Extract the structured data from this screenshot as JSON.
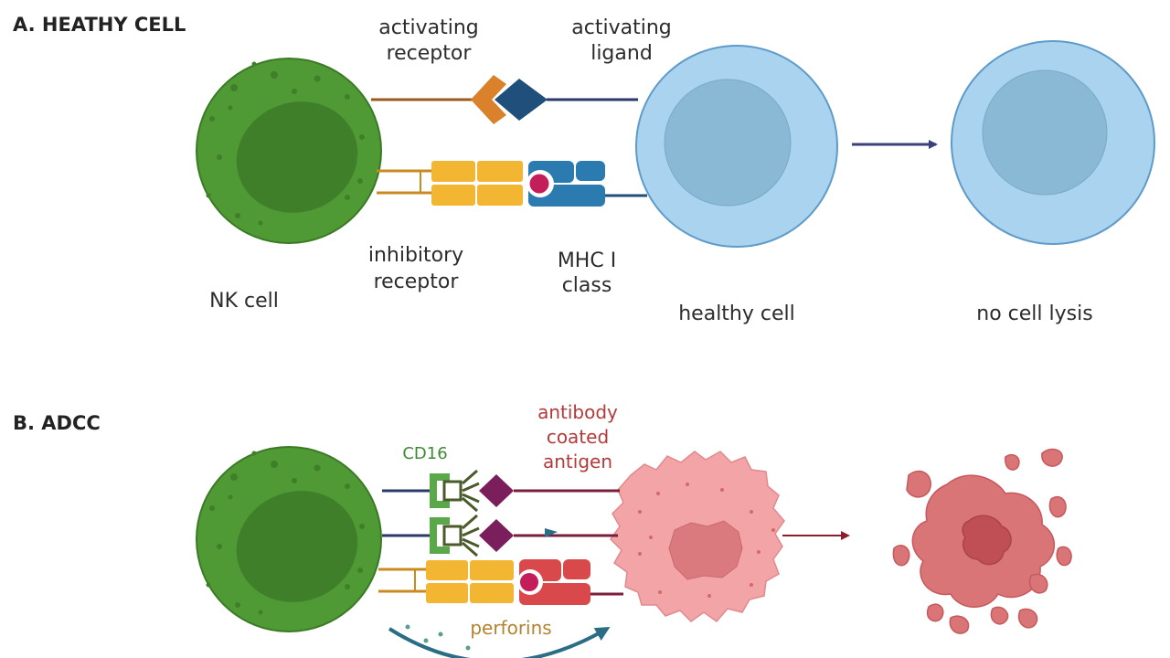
{
  "sections": {
    "a_title": "A. HEATHY CELL",
    "b_title": "B. ADCC"
  },
  "labels_a": {
    "activating_receptor_1": "activating",
    "activating_receptor_2": "receptor",
    "activating_ligand_1": "activating",
    "activating_ligand_2": "ligand",
    "inhibitory_receptor_1": "inhibitory",
    "inhibitory_receptor_2": "receptor",
    "mhc_1": "MHC I",
    "mhc_2": "class",
    "nk_cell": "NK cell",
    "healthy_cell": "healthy cell",
    "no_lysis": "no cell lysis"
  },
  "labels_b": {
    "antibody_1": "antibody",
    "antibody_2": "coated",
    "antibody_3": "antigen",
    "cd16": "CD16",
    "perforins": "perforins"
  },
  "colors": {
    "nk_green": "#4f9a35",
    "nk_nucleus": "#3f7f2a",
    "healthy_blue": "#a9d3ef",
    "healthy_nucleus": "#8ab9d6",
    "tumor_pink": "#f3a4a6",
    "lysed_red": "#d97577",
    "receptor_orange": "#d9822b",
    "ligand_navy": "#1f4f7a",
    "inhibitory_yellow": "#f2b632",
    "mhc_blue": "#2b7ab0",
    "peptide_magenta": "#c41e5a",
    "cd16_green": "#5aa84a",
    "antigen_purple": "#7a1f5c"
  }
}
